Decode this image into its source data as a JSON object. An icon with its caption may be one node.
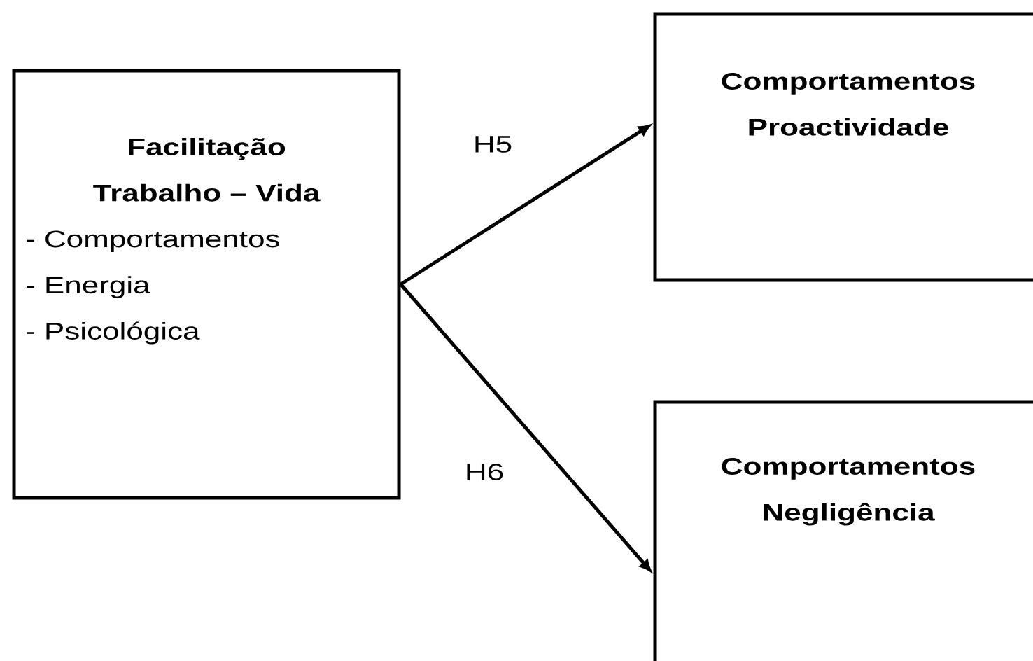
{
  "diagram": {
    "nodes": [
      {
        "text": [
          "Facilitação Trabalho – Vida",
          "- Comportamentos",
          "- Energia",
          "- Psicológica"
        ]
      },
      {
        "text": [
          "Comportamentos Proactividade"
        ]
      },
      {
        "text": [
          "Comportamentos Negligência"
        ]
      }
    ],
    "edges": [
      {
        "from": 0,
        "to": 1,
        "arrow": "to",
        "label": "H5"
      },
      {
        "from": 0,
        "to": 2,
        "arrow": "to",
        "label": "H6"
      }
    ]
  }
}
